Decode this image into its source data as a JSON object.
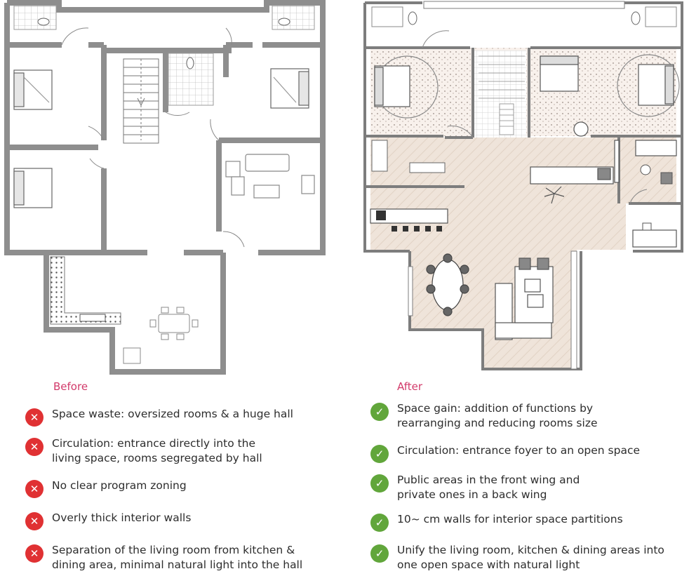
{
  "before": {
    "title": "Before",
    "items": [
      {
        "text": "Space waste: oversized rooms & a huge hall"
      },
      {
        "text": "Circulation: entrance directly into the\nliving space, rooms segregated by hall"
      },
      {
        "text": "No clear program zoning"
      },
      {
        "text": "Overly thick interior walls"
      },
      {
        "text": "Separation of the living room from kitchen &\ndining area, minimal natural light into the hall"
      }
    ]
  },
  "after": {
    "title": "After",
    "items": [
      {
        "text": "Space gain: addition of functions by\nrearranging and reducing rooms size"
      },
      {
        "text": "Circulation: entrance foyer to an open space"
      },
      {
        "text": "Public areas in the front wing and\nprivate ones in a back wing"
      },
      {
        "text": "10~ cm walls for interior space partitions"
      },
      {
        "text": "Unify the living room, kitchen & dining areas into\none open space with natural light"
      }
    ]
  },
  "colors": {
    "accent_title": "#d23a6a",
    "cross": "#e03133",
    "check": "#61a63b",
    "wall": "#8e8e8e",
    "floor_wood": "#efe4da"
  },
  "icons": {
    "cross": "x-circle-icon",
    "check": "check-circle-icon"
  }
}
